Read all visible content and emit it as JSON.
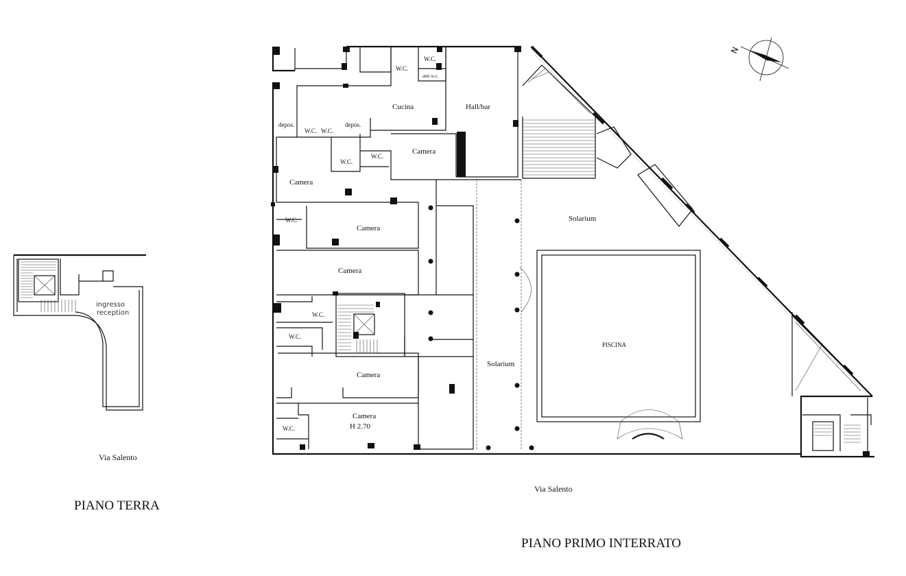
{
  "ground_floor": {
    "label_reception_1": "ingresso",
    "label_reception_2": "reception",
    "street": "Via Salento",
    "title": "PIANO TERRA"
  },
  "basement_floor": {
    "street": "Via Salento",
    "title": "PIANO PRIMO INTERRATO",
    "rooms": {
      "wc_top": "W.C.",
      "wc_top2": "W.C.",
      "anti_wc": "anti w.c.",
      "cucina": "Cucina",
      "hall_bar": "Hall/bar",
      "depos_1": "depos.",
      "wc_a": "W.C.",
      "wc_b": "W.C.",
      "depos_2": "depos.",
      "wc_c": "W.C.",
      "wc_d": "W.C.",
      "camera_top": "Camera",
      "camera_left": "Camera",
      "wc_e": "W.C.",
      "camera_2": "Camera",
      "camera_3": "Camera",
      "wc_f": "W.C.",
      "wc_g": "W.C.",
      "camera_4": "Camera",
      "camera_5": "Camera",
      "camera_5_height": "H 2.70",
      "wc_h": "W.C.",
      "solarium_1": "Solarium",
      "solarium_2": "Solarium",
      "piscina": "PISCINA"
    }
  },
  "compass": {
    "north_label": "N"
  }
}
